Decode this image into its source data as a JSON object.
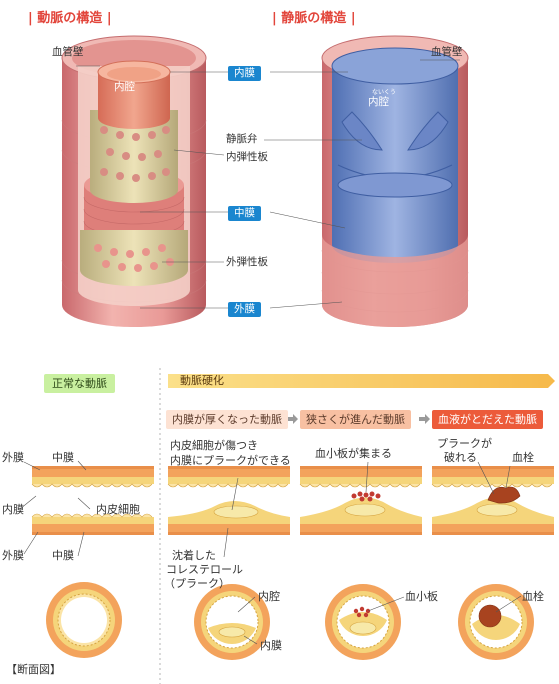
{
  "top": {
    "artery_title": "動脈の構造",
    "vein_title": "静脈の構造",
    "labels": {
      "vessel_wall_left": "血管壁",
      "vessel_wall_right": "血管壁",
      "lumen_left": "内腔",
      "lumen_right": "内腔",
      "lumen_ruby": "ないくう",
      "intima": "内膜",
      "venous_valve": "静脈弁",
      "internal_elastic": "内弾性板",
      "media": "中膜",
      "external_elastic": "外弾性板",
      "adventitia": "外膜"
    }
  },
  "bottom": {
    "normal_title": "正常な動脈",
    "sclerosis_title": "動脈硬化",
    "stages": [
      "内膜が厚くなった動脈",
      "狭さくが進んだ動脈",
      "血液がとだえた動脈"
    ],
    "labels": {
      "adventitia_top": "外膜",
      "media_top": "中膜",
      "intima_left": "内膜",
      "endothelial": "内皮細胞",
      "adventitia_bottom": "外膜",
      "media_bottom": "中膜",
      "stage1_note_line1": "内皮細胞が傷つき",
      "stage1_note_line2": "内膜にプラークができる",
      "stage2_note": "血小板が集まる",
      "stage3_note_line1": "プラークが",
      "stage3_note_line2": "破れる",
      "thrombus_top": "血栓",
      "cholesterol_line1": "沈着した",
      "cholesterol_line2": "コレステロール",
      "cholesterol_line3": "（プラーク）",
      "lumen": "内腔",
      "intima_bottom": "内膜",
      "platelet": "血小板",
      "thrombus_bottom": "血栓",
      "cross_section": "【断面図】"
    }
  },
  "colors": {
    "header_red": "#e2453b",
    "label_blue": "#1a86cf",
    "normal_chip": "#c9f0a0",
    "sclerosis_arrow": "#fbe08a",
    "stage1_chip": "#fde2d3",
    "stage2_chip": "#f8c0a2",
    "stage3_chip": "#ec5b3a",
    "media_orange": "#f3a35c",
    "intima_yellow": "#f5d57b"
  }
}
